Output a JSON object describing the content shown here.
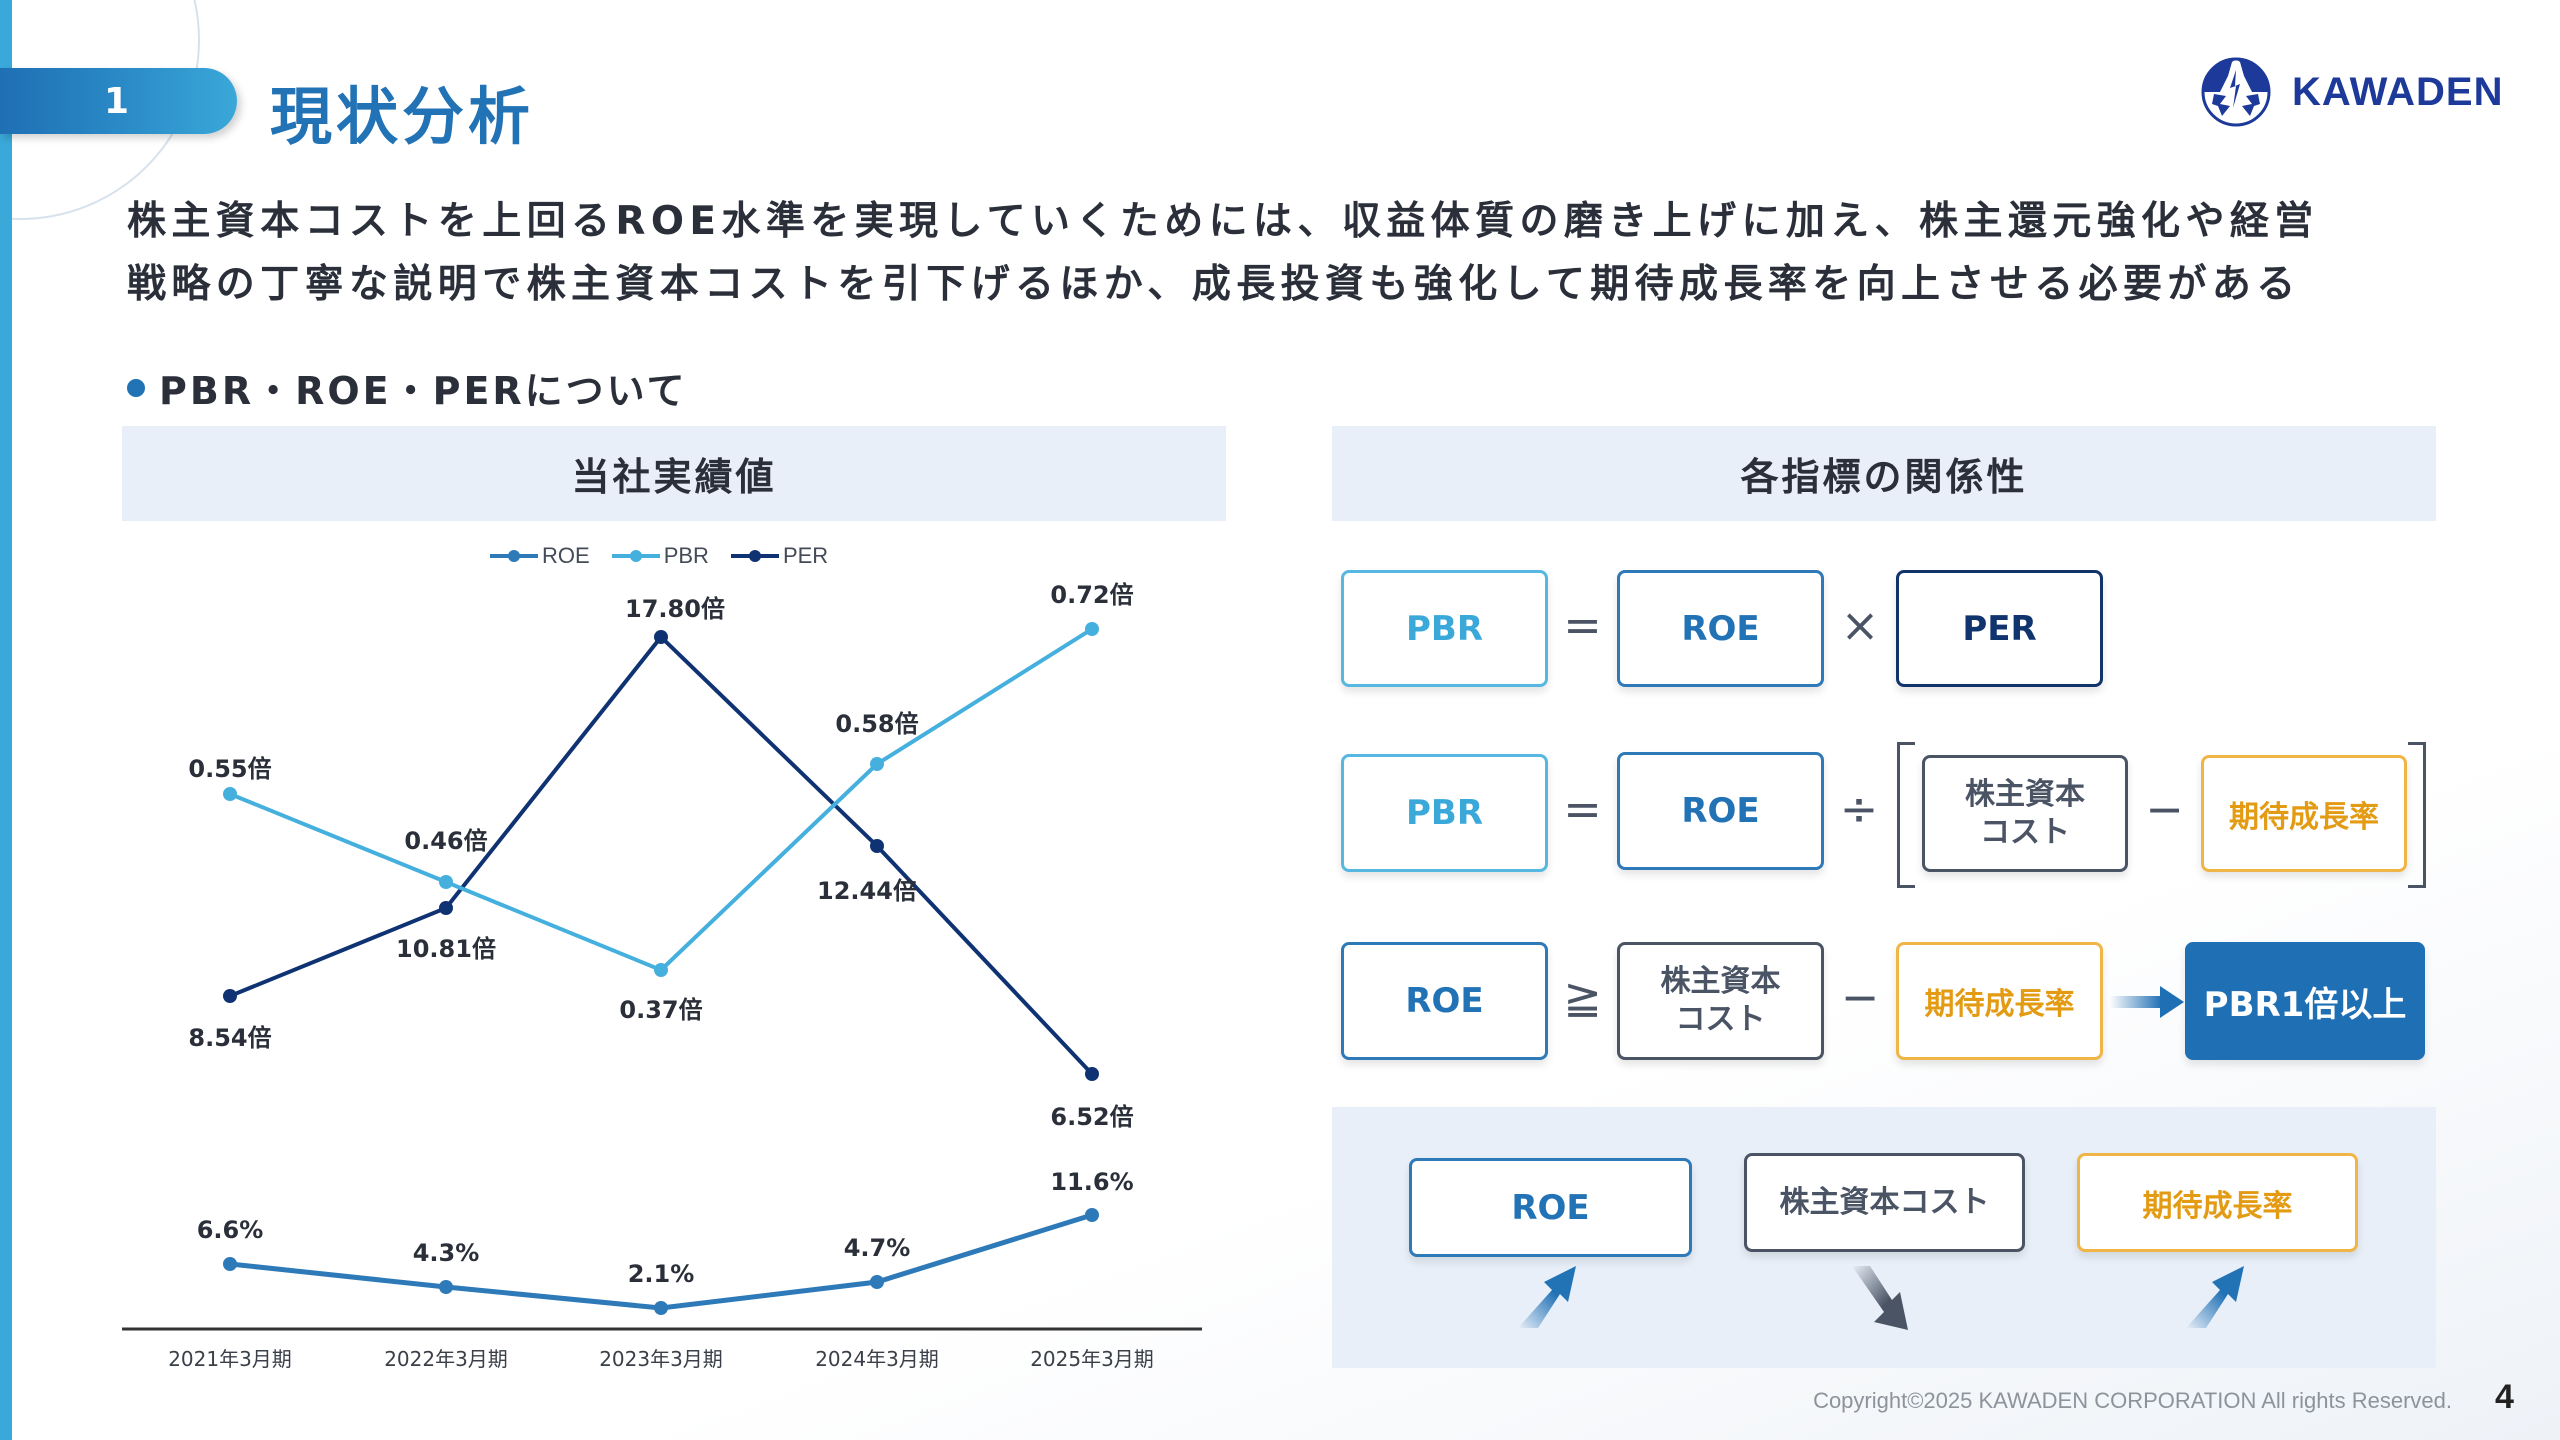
{
  "section": {
    "number": "1",
    "title": "現状分析"
  },
  "logo": {
    "text": "KAWADEN",
    "icon": "kawaden-lightning-logo-icon"
  },
  "lead": {
    "line1": "株主資本コストを上回るROE水準を実現していくためには、収益体質の磨き上げに加え、株主還元強化や経営",
    "line2": "戦略の丁寧な説明で株主資本コストを引下げるほか、成長投資も強化して期待成長率を向上させる必要がある"
  },
  "heading": "PBR・ROE・PERについて",
  "left_panel": {
    "title": "当社実績値",
    "legend": [
      {
        "label": "ROE",
        "color": "#2e7ab8"
      },
      {
        "label": "PBR",
        "color": "#45b0de"
      },
      {
        "label": "PER",
        "color": "#0f3272"
      }
    ],
    "point_labels": {
      "pbr": [
        "0.55倍",
        "0.46倍",
        "0.37倍",
        "0.58倍",
        "0.72倍"
      ],
      "per": [
        "8.54倍",
        "10.81倍",
        "17.80倍",
        "12.44倍",
        "6.52倍"
      ],
      "roe": [
        "6.6%",
        "4.3%",
        "2.1%",
        "4.7%",
        "11.6%"
      ]
    },
    "x_labels": [
      "2021年3月期",
      "2022年3月期",
      "2023年3月期",
      "2024年3月期",
      "2025年3月期"
    ]
  },
  "chart_data": {
    "type": "line",
    "title": "当社実績値",
    "categories": [
      "2021年3月期",
      "2022年3月期",
      "2023年3月期",
      "2024年3月期",
      "2025年3月期"
    ],
    "series": [
      {
        "name": "ROE",
        "unit": "%",
        "values": [
          6.6,
          4.3,
          2.1,
          4.7,
          11.6
        ],
        "color": "#2e7ab8"
      },
      {
        "name": "PBR",
        "unit": "倍",
        "values": [
          0.55,
          0.46,
          0.37,
          0.58,
          0.72
        ],
        "color": "#45b0de"
      },
      {
        "name": "PER",
        "unit": "倍",
        "values": [
          8.54,
          10.81,
          17.8,
          12.44,
          6.52
        ],
        "color": "#0f3272"
      }
    ],
    "xlabel": "",
    "ylabel": "",
    "grid": false,
    "legend_position": "top",
    "data_labels": true
  },
  "right_panel": {
    "title": "各指標の関係性",
    "row1": {
      "a": "PBR",
      "op1": "=",
      "b": "ROE",
      "op2": "×",
      "c": "PER"
    },
    "row2": {
      "a": "PBR",
      "op1": "=",
      "b": "ROE",
      "op2": "÷",
      "c_line1": "株主資本",
      "c_line2": "コスト",
      "op3": "−",
      "d": "期待成長率"
    },
    "row3": {
      "a": "ROE",
      "op1": "≧",
      "b_line1": "株主資本",
      "b_line2": "コスト",
      "op2": "−",
      "c": "期待成長率",
      "result": "PBR1倍以上"
    },
    "bottom": [
      {
        "label": "ROE",
        "direction": "up"
      },
      {
        "label": "株主資本コスト",
        "direction": "down"
      },
      {
        "label": "期待成長率",
        "direction": "up"
      }
    ]
  },
  "colors": {
    "accent": "#2272b6",
    "light_blue": "#3aa8d8",
    "navy": "#10346e",
    "orange": "#e39b14",
    "panel_bg": "#e8eff8"
  },
  "footer": {
    "copyright": "Copyright©2025 KAWADEN CORPORATION All rights Reserved.",
    "page": "4"
  }
}
